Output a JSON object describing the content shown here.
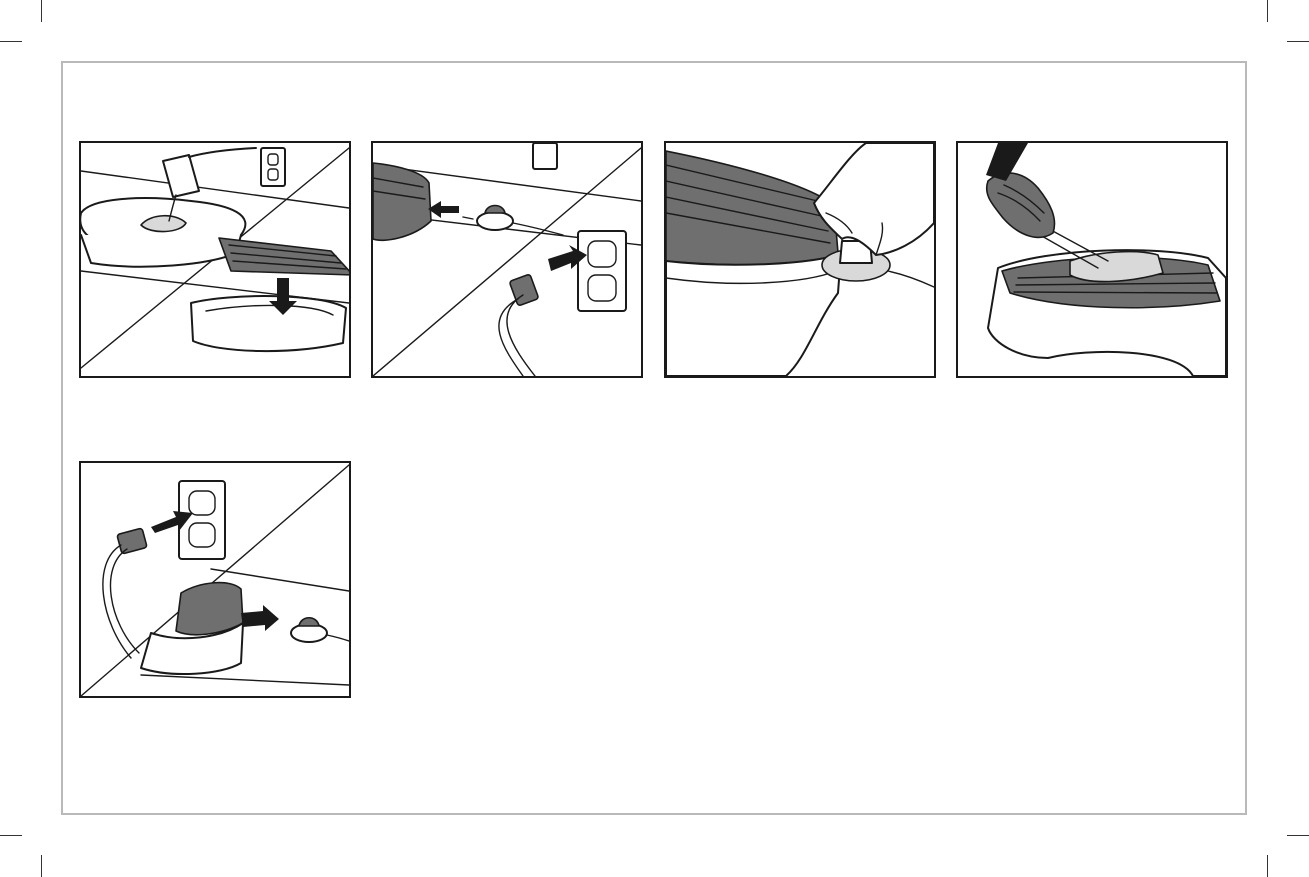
{
  "figure": {
    "panels": [
      {
        "id": "fill-drip-tray-and-place-grill"
      },
      {
        "id": "plug-control-and-outlet"
      },
      {
        "id": "set-temperature-control"
      },
      {
        "id": "cook-food-with-tongs"
      },
      {
        "id": "unplug-and-remove-control"
      }
    ]
  }
}
